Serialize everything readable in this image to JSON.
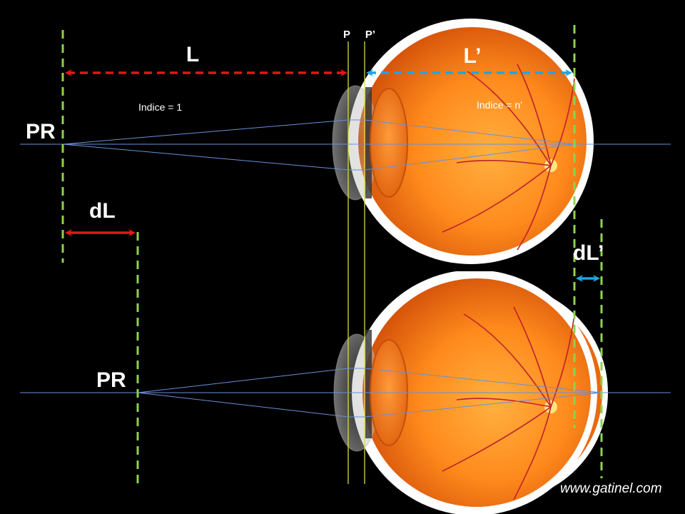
{
  "labels": {
    "L": "L",
    "L_prime": "L’",
    "dL": "dL",
    "dL_prime": "dL’",
    "PR_top": "PR",
    "PR_bottom": "PR",
    "P": "P",
    "P_prime": "P’",
    "indice_air": "Indice = 1",
    "indice_eye": "Indice = n’"
  },
  "credit": "www.gatinel.com",
  "colors": {
    "background": "#000000",
    "guide_dashed": "#8fd14f",
    "arrow_red": "#e01818",
    "arrow_blue": "#1ea6e0",
    "principal_planes": "#d8d84a",
    "rays": "#6a8fd8",
    "eye_fill": "#ff8a1c",
    "sclera": "#ffffff",
    "vessels": "#c0202a"
  }
}
